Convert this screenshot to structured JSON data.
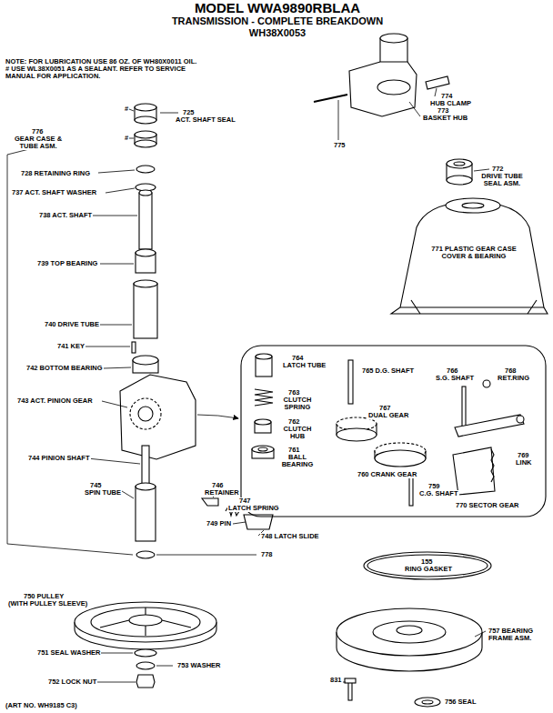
{
  "diagram": {
    "title": "MODEL WWA9890RBLAA",
    "labels": [
      "TRANSMISSION - COMPLETE BREAKDOWN",
      "WH38X0053",
      "NOTE: FOR LUBRICATION USE 86 OZ. OF WH80X0011 OIL. # USE WL38X0051 AS A SEALANT. REFER TO SERVICE MANUAL FOR APPLICATION.",
      "#",
      "#",
      "725",
      "ACT. SHAFT SEAL",
      "776",
      "GEAR CASE & TUBE ASM.",
      "728 RETAINING RING",
      "737 ACT. SHAFT WASHER",
      "738 ACT. SHAFT",
      "739 TOP BEARING",
      "740 DRIVE TUBE",
      "741 KEY",
      "742 BOTTOM BEARING",
      "743 ACT. PINION GEAR",
      "744 PINION SHAFT",
      "745",
      "SPIN TUBE",
      "746",
      "RETAINER",
      "747",
      "LATCH SPRING",
      "749 PIN",
      "748 LATCH SLIDE",
      "778",
      "750 PULLEY",
      "(WITH PULLEY SLEEVE)",
      "751 SEAL WASHER",
      "753 WASHER",
      "752 LOCK NUT",
      "(ART NO. WH9185 C3)",
      "774",
      "HUB CLAMP",
      "773",
      "BASKET HUB",
      "775",
      "772",
      "DRIVE TUBE SEAL ASM.",
      "771 PLASTIC GEAR CASE COVER & BEARING",
      "764",
      "LATCH TUBE",
      "763",
      "CLUTCH SPRING",
      "762",
      "CLUTCH HUB",
      "761",
      "BALL BEARING",
      "765 D.G. SHAFT",
      "766",
      "S.G. SHAFT",
      "768",
      "RET.RING",
      "767",
      "DUAL GEAR",
      "769",
      "LINK",
      "760 CRANK GEAR",
      "759",
      "C.G. SHAFT",
      "770 SECTOR GEAR",
      "155",
      "RING GASKET",
      "757 BEARING",
      "FRAME ASM.",
      "831",
      "756 SEAL"
    ]
  }
}
